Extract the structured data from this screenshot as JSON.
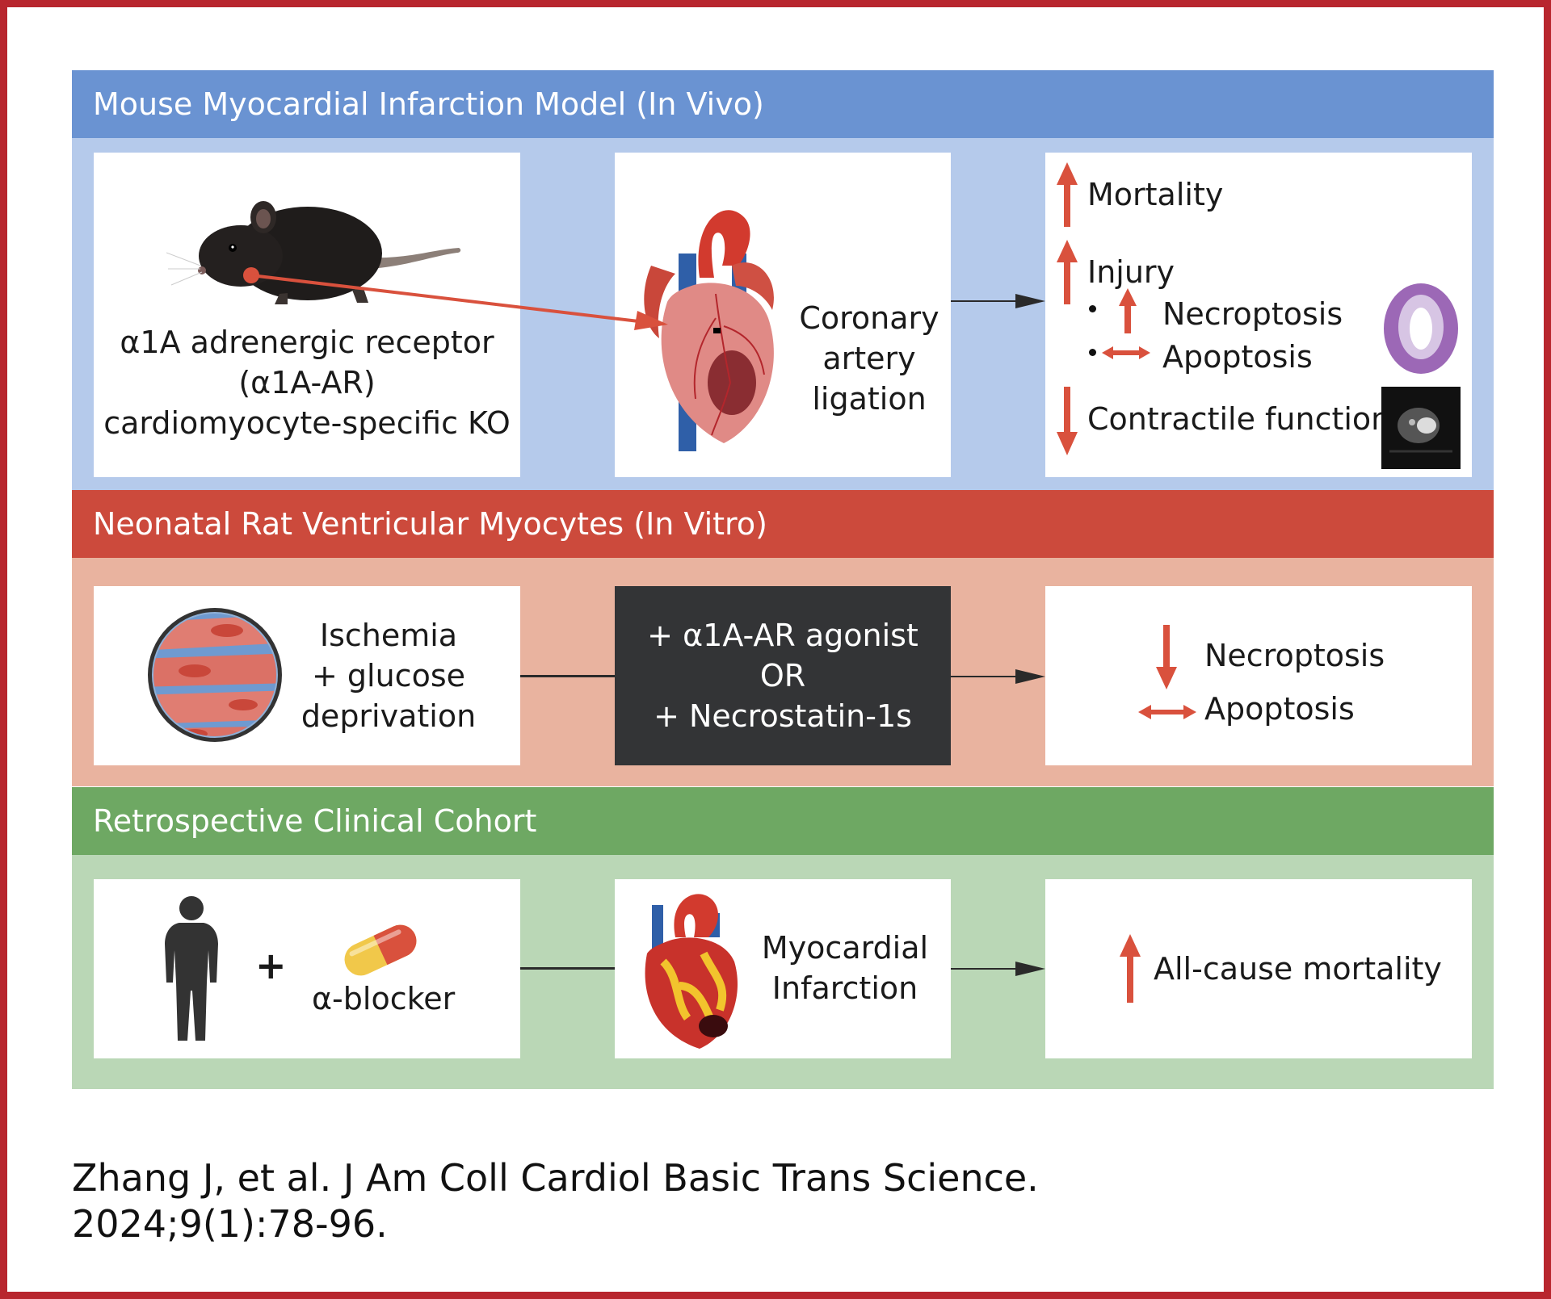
{
  "panels": {
    "in_vivo": {
      "header": "Mouse Myocardial Infarction Model (In Vivo)",
      "receptor_text": [
        "α1A adrenergic receptor",
        "(α1A-AR)",
        "cardiomyocyte-specific KO"
      ],
      "procedure_text": [
        "Coronary",
        "artery",
        "ligation"
      ],
      "outcomes": {
        "mortality": "Mortality",
        "injury": "Injury",
        "necroptosis": "Necroptosis",
        "apoptosis": "Apoptosis",
        "contractile": "Contractile function"
      }
    },
    "in_vitro": {
      "header": "Neonatal Rat Ventricular Myocytes (In Vitro)",
      "condition_text": [
        "Ischemia",
        "+ glucose",
        "deprivation"
      ],
      "treatment_text": [
        "+ α1A-AR agonist",
        "OR",
        "+ Necrostatin-1s"
      ],
      "outcomes": {
        "necroptosis": "Necroptosis",
        "apoptosis": "Apoptosis"
      }
    },
    "clinical": {
      "header": "Retrospective Clinical Cohort",
      "plus": "+",
      "drug": "α-blocker",
      "event_text": [
        "Myocardial",
        "Infarction"
      ],
      "outcome": "All-cause mortality"
    }
  },
  "citation": "Zhang J, et al. J Am Coll Cardiol Basic Trans Science. 2024;9(1):78-96.",
  "colors": {
    "border": "#b8262e",
    "blue_header": "#6a93d2",
    "blue_panel": "#b5caeb",
    "red_header": "#cc4a3c",
    "red_panel": "#e9b39f",
    "green_header": "#6ea863",
    "green_panel": "#bad7b6",
    "arrow_red": "#d9513d",
    "treatment_box": "#333436"
  },
  "icons": [
    "mouse-icon",
    "heart-ligation-icon",
    "heart-tissue-section-icon",
    "mri-scan-icon",
    "cell-dish-icon",
    "person-silhouette-icon",
    "pill-capsule-icon",
    "infarcted-heart-icon"
  ]
}
